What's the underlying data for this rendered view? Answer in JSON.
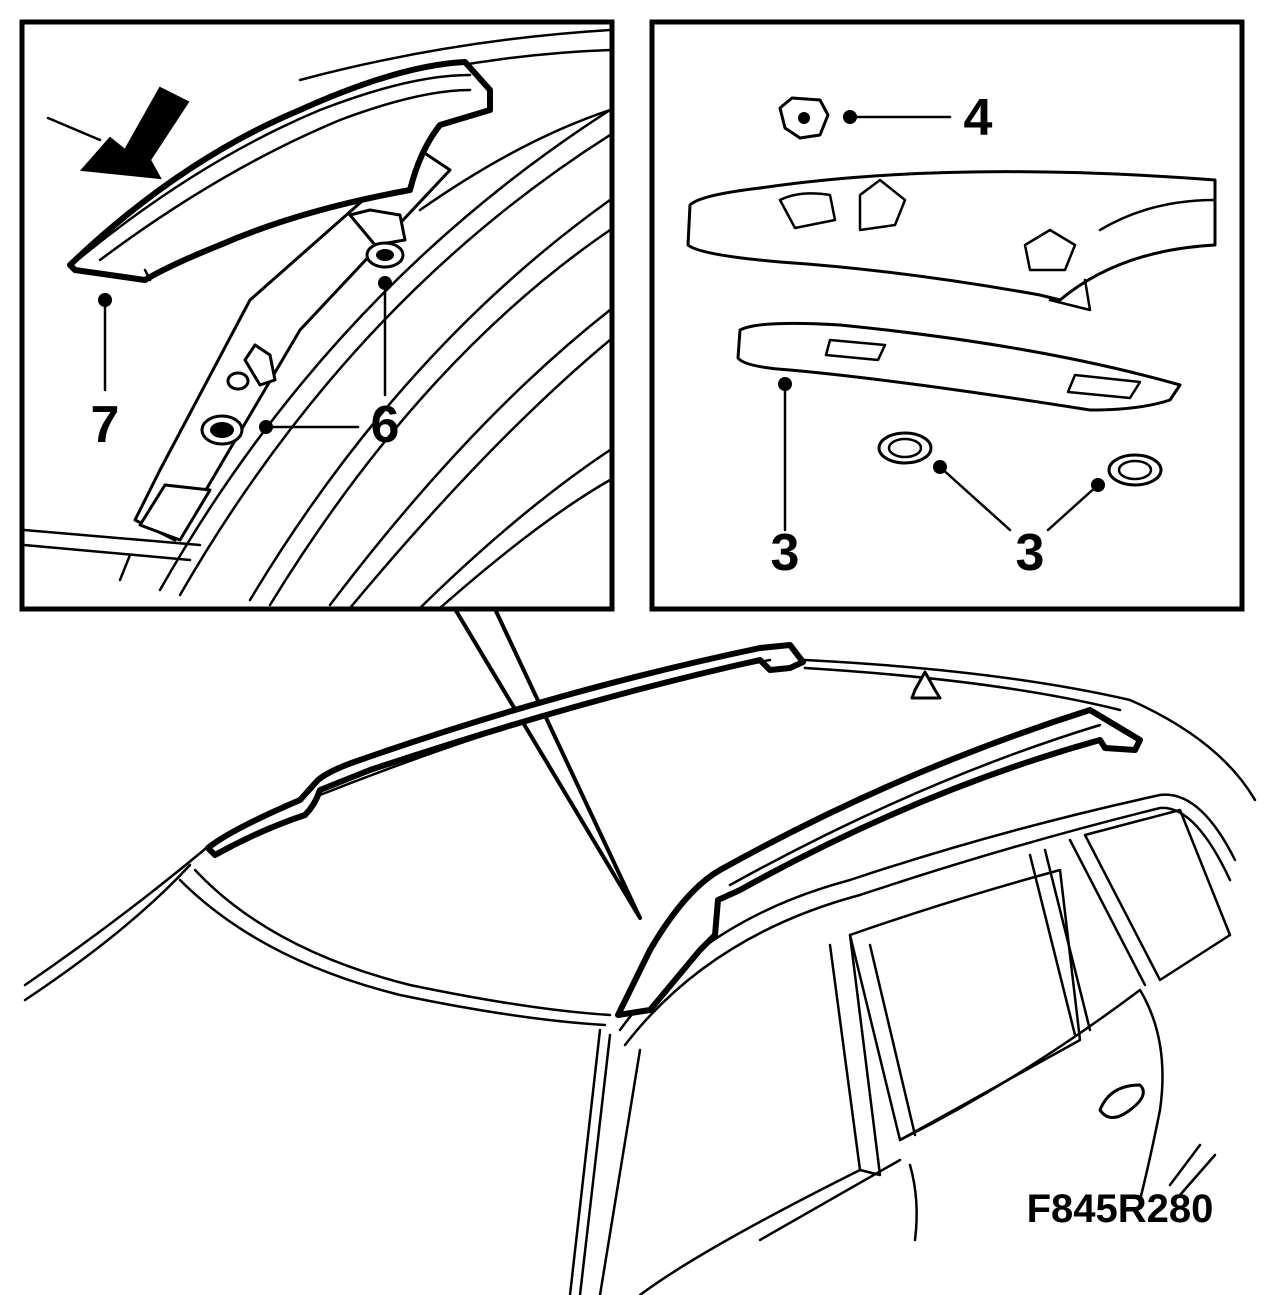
{
  "callouts": {
    "left_part_7": "7",
    "left_part_6": "6",
    "right_part_4": "4",
    "right_part_3_a": "3",
    "right_part_3_b": "3"
  },
  "figure_code": "F845R280",
  "icons": {
    "arrow": "direction-arrow-icon",
    "leader_dot": "leader-dot"
  },
  "colors": {
    "line": "#000000",
    "background": "#ffffff"
  }
}
